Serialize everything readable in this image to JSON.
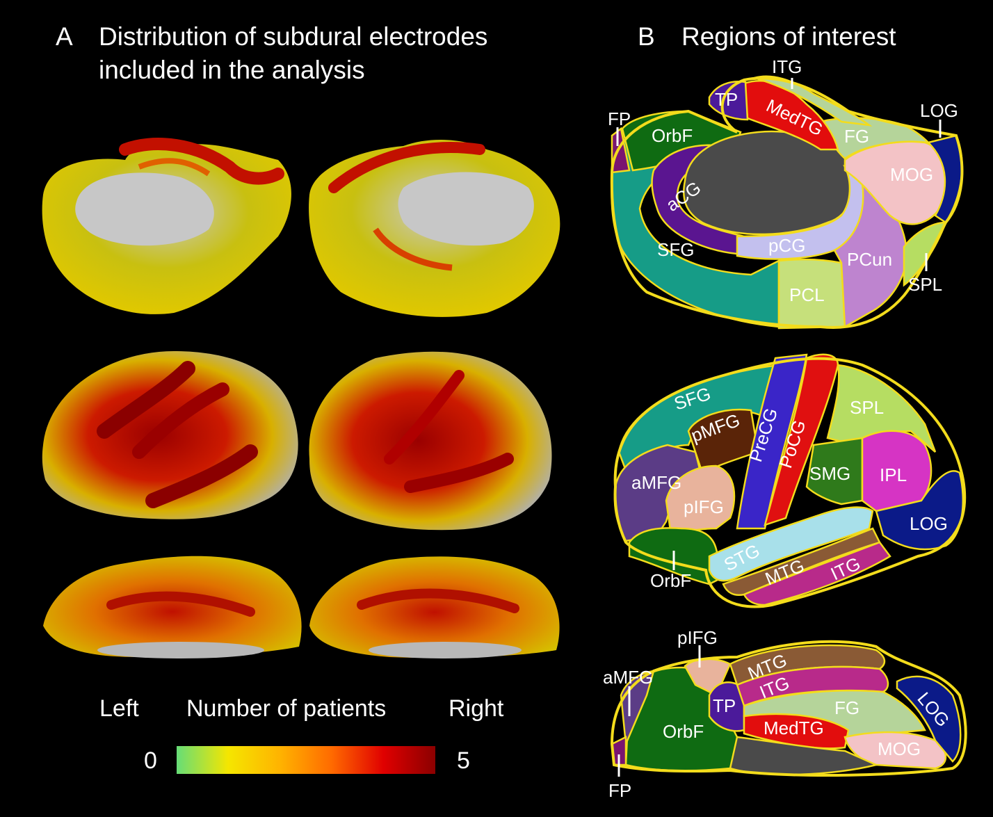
{
  "panel_a": {
    "letter": "A",
    "title_line1": "Distribution of subdural electrodes",
    "title_line2": "included in the analysis"
  },
  "panel_b": {
    "letter": "B",
    "title": "Regions of interest"
  },
  "colorbar": {
    "left_label": "Left",
    "title": "Number of patients",
    "right_label": "Right",
    "min": "0",
    "max": "5",
    "colors": [
      "#66dd77",
      "#f5e600",
      "#ffb300",
      "#ff6a00",
      "#e00000",
      "#8b0000"
    ]
  },
  "regions": {
    "medial": {
      "ITG": "ITG",
      "TP": "TP",
      "MedTG": "MedTG",
      "FP": "FP",
      "LOG": "LOG",
      "OrbF": "OrbF",
      "FG": "FG",
      "MOG": "MOG",
      "aCG": "aCG",
      "SFG": "SFG",
      "pCG": "pCG",
      "PCun": "PCun",
      "SPL": "SPL",
      "PCL": "PCL"
    },
    "lateral": {
      "SFG": "SFG",
      "pMFG": "pMFG",
      "PreCG": "PreCG",
      "PoCG": "PoCG",
      "SPL": "SPL",
      "aMFG": "aMFG",
      "SMG": "SMG",
      "IPL": "IPL",
      "pIFG": "pIFG",
      "LOG": "LOG",
      "STG": "STG",
      "MTG": "MTG",
      "ITG": "ITG",
      "OrbF": "OrbF"
    },
    "ventral": {
      "pIFG": "pIFG",
      "MTG": "MTG",
      "aMFG": "aMFG",
      "ITG": "ITG",
      "TP": "TP",
      "FG": "FG",
      "LOG": "LOG",
      "OrbF": "OrbF",
      "MedTG": "MedTG",
      "MOG": "MOG",
      "FP": "FP"
    }
  },
  "region_colors": {
    "OrbF": "#0f6b12",
    "SFG": "#169c87",
    "aCG": "#5a1590",
    "pCG": "#c3c0ee",
    "PCun": "#be84cf",
    "PCL": "#c6e07b",
    "MOG": "#f3c3c6",
    "LOG": "#0b1a88",
    "FG": "#b5d49a",
    "MedTG": "#e20d0d",
    "TP": "#4b1a9a",
    "SPL": "#b6dd62",
    "pMFG": "#5a2408",
    "PreCG": "#3a25c8",
    "PoCG": "#e01010",
    "aMFG": "#5b3c86",
    "SMG": "#2f7a1b",
    "IPL": "#d634c4",
    "pIFG": "#e8b39c",
    "STG": "#a8e0ea",
    "MTG": "#8a5a35",
    "ITG": "#b82a8a",
    "FP": "#7a1570",
    "outline": "#f3dc1c",
    "cortex": "#a7a7a7",
    "nonroi": "#4a4a4a"
  }
}
